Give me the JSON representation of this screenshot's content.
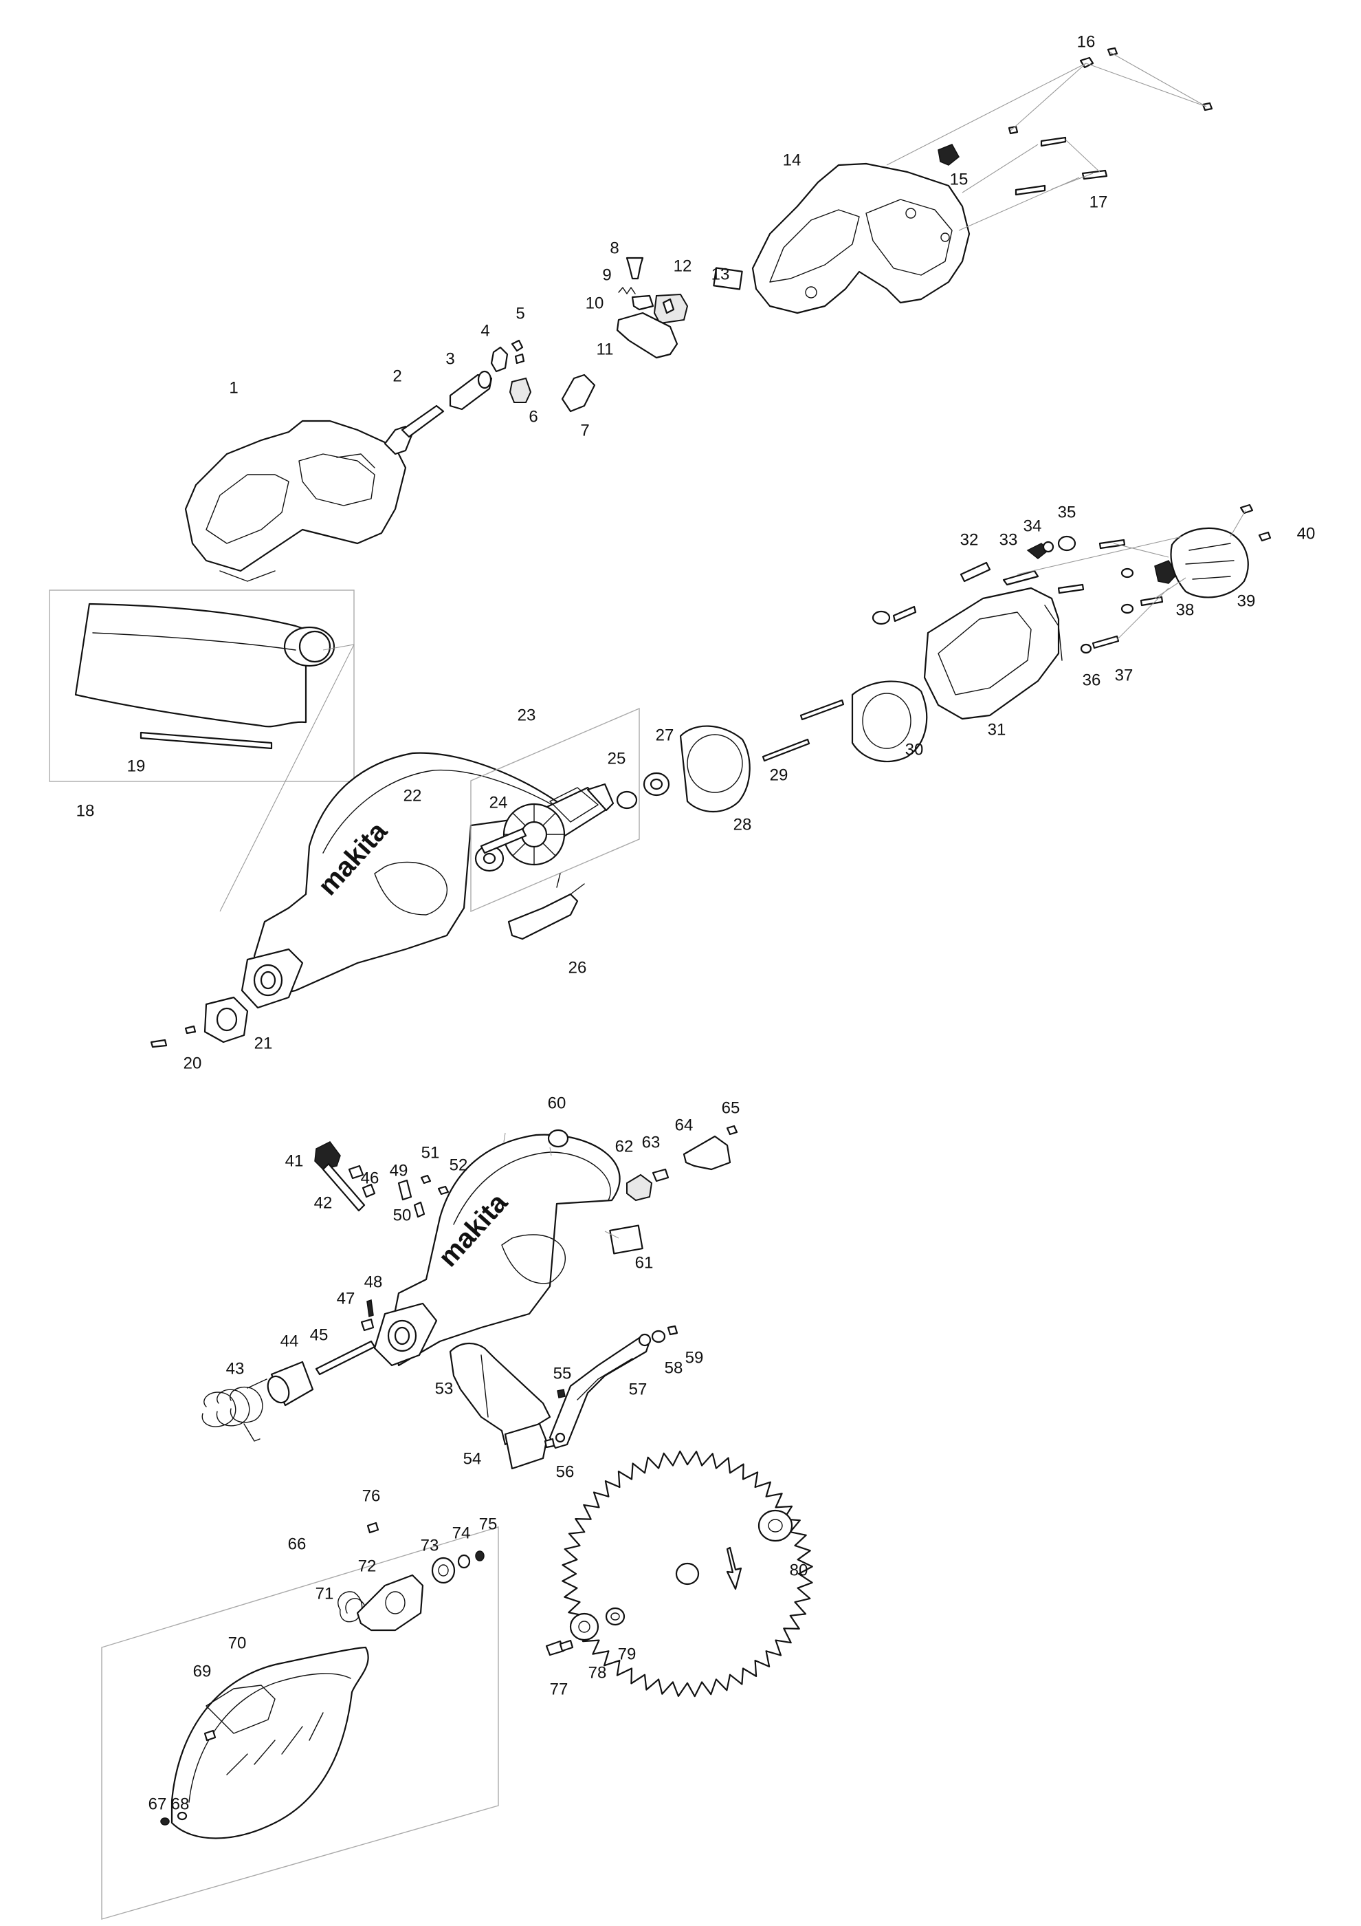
{
  "diagram": {
    "logo_text": "makita",
    "part_numbers": [
      "1",
      "2",
      "3",
      "4",
      "5",
      "6",
      "7",
      "8",
      "9",
      "10",
      "11",
      "12",
      "13",
      "14",
      "15",
      "16",
      "17",
      "18",
      "19",
      "20",
      "21",
      "22",
      "23",
      "24",
      "25",
      "26",
      "27",
      "28",
      "29",
      "30",
      "31",
      "32",
      "33",
      "34",
      "35",
      "36",
      "37",
      "38",
      "39",
      "40",
      "41",
      "42",
      "43",
      "44",
      "45",
      "46",
      "47",
      "48",
      "49",
      "50",
      "51",
      "52",
      "53",
      "54",
      "55",
      "56",
      "57",
      "58",
      "59",
      "60",
      "61",
      "62",
      "63",
      "64",
      "65",
      "66",
      "67",
      "68",
      "69",
      "70",
      "71",
      "72",
      "73",
      "74",
      "75",
      "76",
      "77",
      "78",
      "79",
      "80"
    ]
  }
}
